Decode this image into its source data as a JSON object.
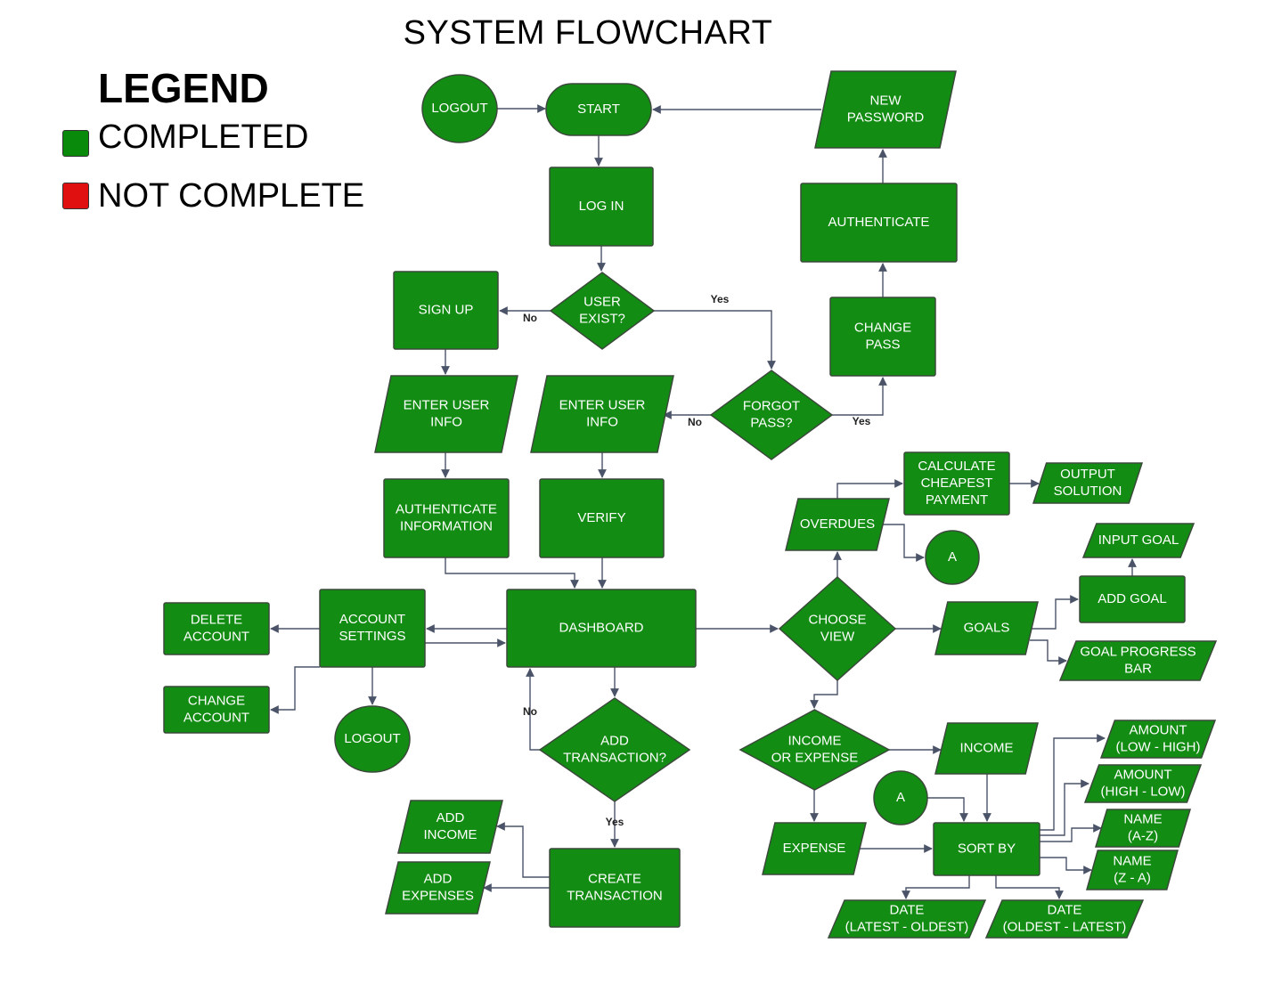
{
  "title": "SYSTEM FLOWCHART",
  "legend": {
    "title": "LEGEND",
    "items": [
      {
        "label": "COMPLETED",
        "color": "#0a8a0a"
      },
      {
        "label": "NOT COMPLETE",
        "color": "#e01010"
      }
    ]
  },
  "colors": {
    "node_fill": "#138c13",
    "node_stroke": "#3a4a3a",
    "edge": "#4a5368",
    "text": "#ffffff",
    "edge_label": "#222222"
  },
  "nodes": [
    {
      "id": "logout_top",
      "shape": "circle",
      "lines": [
        "LOGOUT"
      ]
    },
    {
      "id": "start",
      "shape": "terminal",
      "lines": [
        "START"
      ]
    },
    {
      "id": "new_password",
      "shape": "parallelogram",
      "lines": [
        "NEW",
        "PASSWORD"
      ]
    },
    {
      "id": "log_in",
      "shape": "rect",
      "lines": [
        "LOG IN"
      ]
    },
    {
      "id": "authenticate",
      "shape": "rect",
      "lines": [
        "AUTHENTICATE"
      ]
    },
    {
      "id": "sign_up",
      "shape": "rect",
      "lines": [
        "SIGN UP"
      ]
    },
    {
      "id": "user_exist",
      "shape": "diamond",
      "lines": [
        "USER",
        "EXIST?"
      ]
    },
    {
      "id": "change_pass",
      "shape": "rect",
      "lines": [
        "CHANGE",
        "PASS"
      ]
    },
    {
      "id": "enter_info_1",
      "shape": "parallelogram",
      "lines": [
        "ENTER USER",
        "INFO"
      ]
    },
    {
      "id": "enter_info_2",
      "shape": "parallelogram",
      "lines": [
        "ENTER USER",
        "INFO"
      ]
    },
    {
      "id": "forgot_pass",
      "shape": "diamond",
      "lines": [
        "FORGOT",
        "PASS?"
      ]
    },
    {
      "id": "auth_info",
      "shape": "rect",
      "lines": [
        "AUTHENTICATE",
        "INFORMATION"
      ]
    },
    {
      "id": "verify",
      "shape": "rect",
      "lines": [
        "VERIFY"
      ]
    },
    {
      "id": "calc_cheapest",
      "shape": "rect",
      "lines": [
        "CALCULATE",
        "CHEAPEST",
        "PAYMENT"
      ]
    },
    {
      "id": "output_solution",
      "shape": "parallelogram",
      "lines": [
        "OUTPUT",
        "SOLUTION"
      ]
    },
    {
      "id": "overdues",
      "shape": "parallelogram",
      "lines": [
        "OVERDUES"
      ]
    },
    {
      "id": "conn_a1",
      "shape": "circle",
      "lines": [
        "A"
      ]
    },
    {
      "id": "input_goal",
      "shape": "parallelogram",
      "lines": [
        "INPUT GOAL"
      ]
    },
    {
      "id": "add_goal",
      "shape": "rect",
      "lines": [
        "ADD GOAL"
      ]
    },
    {
      "id": "delete_account",
      "shape": "rect",
      "lines": [
        "DELETE",
        "ACCOUNT"
      ]
    },
    {
      "id": "account_settings",
      "shape": "rect",
      "lines": [
        "ACCOUNT",
        "SETTINGS"
      ]
    },
    {
      "id": "dashboard",
      "shape": "rect",
      "lines": [
        "DASHBOARD"
      ]
    },
    {
      "id": "choose_view",
      "shape": "diamond",
      "lines": [
        "CHOOSE",
        "VIEW"
      ]
    },
    {
      "id": "goals",
      "shape": "parallelogram",
      "lines": [
        "GOALS"
      ]
    },
    {
      "id": "goal_progress",
      "shape": "parallelogram",
      "lines": [
        "GOAL PROGRESS",
        "BAR"
      ]
    },
    {
      "id": "change_account",
      "shape": "rect",
      "lines": [
        "CHANGE",
        "ACCOUNT"
      ]
    },
    {
      "id": "logout_bottom",
      "shape": "circle",
      "lines": [
        "LOGOUT"
      ]
    },
    {
      "id": "add_transaction",
      "shape": "diamond",
      "lines": [
        "ADD",
        "TRANSACTION?"
      ]
    },
    {
      "id": "income_or_expense",
      "shape": "diamond",
      "lines": [
        "INCOME",
        "OR EXPENSE"
      ]
    },
    {
      "id": "income",
      "shape": "parallelogram",
      "lines": [
        "INCOME"
      ]
    },
    {
      "id": "amount_low_high",
      "shape": "parallelogram",
      "lines": [
        "AMOUNT",
        "(LOW - HIGH)"
      ]
    },
    {
      "id": "amount_high_low",
      "shape": "parallelogram",
      "lines": [
        "AMOUNT",
        "(HIGH - LOW)"
      ]
    },
    {
      "id": "conn_a2",
      "shape": "circle",
      "lines": [
        "A"
      ]
    },
    {
      "id": "add_income",
      "shape": "parallelogram",
      "lines": [
        "ADD",
        "INCOME"
      ]
    },
    {
      "id": "add_expenses",
      "shape": "parallelogram",
      "lines": [
        "ADD",
        "EXPENSES"
      ]
    },
    {
      "id": "create_transaction",
      "shape": "rect",
      "lines": [
        "CREATE",
        "TRANSACTION"
      ]
    },
    {
      "id": "expense",
      "shape": "parallelogram",
      "lines": [
        "EXPENSE"
      ]
    },
    {
      "id": "sort_by",
      "shape": "rect",
      "lines": [
        "SORT BY"
      ]
    },
    {
      "id": "name_az",
      "shape": "parallelogram",
      "lines": [
        "NAME",
        "(A-Z)"
      ]
    },
    {
      "id": "name_za",
      "shape": "parallelogram",
      "lines": [
        "NAME",
        "(Z - A)"
      ]
    },
    {
      "id": "date_latest_oldest",
      "shape": "parallelogram",
      "lines": [
        "DATE",
        "(LATEST - OLDEST)"
      ]
    },
    {
      "id": "date_oldest_latest",
      "shape": "parallelogram",
      "lines": [
        "DATE",
        "(OLDEST - LATEST)"
      ]
    }
  ],
  "edges": [
    {
      "from": "logout_top",
      "to": "start"
    },
    {
      "from": "new_password",
      "to": "start"
    },
    {
      "from": "start",
      "to": "log_in"
    },
    {
      "from": "log_in",
      "to": "user_exist"
    },
    {
      "from": "user_exist",
      "to": "sign_up",
      "label": "No"
    },
    {
      "from": "user_exist",
      "to": "forgot_pass",
      "label": "Yes"
    },
    {
      "from": "forgot_pass",
      "to": "change_pass",
      "label": "Yes"
    },
    {
      "from": "forgot_pass",
      "to": "enter_info_2",
      "label": "No"
    },
    {
      "from": "change_pass",
      "to": "authenticate"
    },
    {
      "from": "authenticate",
      "to": "new_password"
    },
    {
      "from": "sign_up",
      "to": "enter_info_1"
    },
    {
      "from": "enter_info_1",
      "to": "auth_info"
    },
    {
      "from": "enter_info_2",
      "to": "verify"
    },
    {
      "from": "auth_info",
      "to": "dashboard"
    },
    {
      "from": "verify",
      "to": "dashboard"
    },
    {
      "from": "dashboard",
      "to": "account_settings"
    },
    {
      "from": "account_settings",
      "to": "dashboard"
    },
    {
      "from": "account_settings",
      "to": "delete_account"
    },
    {
      "from": "account_settings",
      "to": "change_account"
    },
    {
      "from": "account_settings",
      "to": "logout_bottom"
    },
    {
      "from": "dashboard",
      "to": "choose_view"
    },
    {
      "from": "dashboard",
      "to": "add_transaction"
    },
    {
      "from": "add_transaction",
      "to": "dashboard",
      "label": "No"
    },
    {
      "from": "add_transaction",
      "to": "create_transaction",
      "label": "Yes"
    },
    {
      "from": "create_transaction",
      "to": "add_income"
    },
    {
      "from": "create_transaction",
      "to": "add_expenses"
    },
    {
      "from": "choose_view",
      "to": "overdues"
    },
    {
      "from": "choose_view",
      "to": "goals"
    },
    {
      "from": "choose_view",
      "to": "income_or_expense"
    },
    {
      "from": "overdues",
      "to": "calc_cheapest"
    },
    {
      "from": "overdues",
      "to": "conn_a1"
    },
    {
      "from": "calc_cheapest",
      "to": "output_solution"
    },
    {
      "from": "goals",
      "to": "add_goal"
    },
    {
      "from": "goals",
      "to": "goal_progress"
    },
    {
      "from": "add_goal",
      "to": "input_goal"
    },
    {
      "from": "income_or_expense",
      "to": "income"
    },
    {
      "from": "income_or_expense",
      "to": "expense"
    },
    {
      "from": "income",
      "to": "sort_by"
    },
    {
      "from": "expense",
      "to": "sort_by"
    },
    {
      "from": "conn_a2",
      "to": "sort_by"
    },
    {
      "from": "sort_by",
      "to": "amount_low_high"
    },
    {
      "from": "sort_by",
      "to": "amount_high_low"
    },
    {
      "from": "sort_by",
      "to": "name_az"
    },
    {
      "from": "sort_by",
      "to": "name_za"
    },
    {
      "from": "sort_by",
      "to": "date_latest_oldest"
    },
    {
      "from": "sort_by",
      "to": "date_oldest_latest"
    }
  ]
}
